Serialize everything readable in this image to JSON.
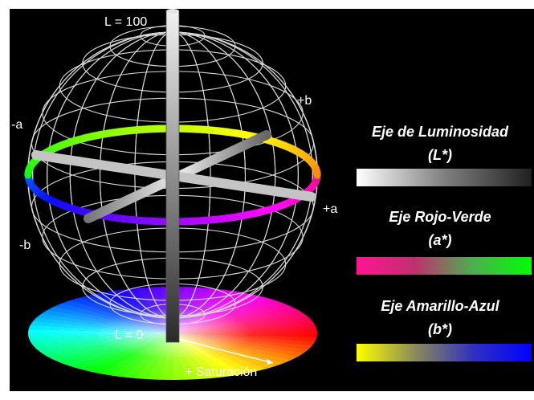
{
  "labels": {
    "l_top": "L = 100",
    "l_bottom": "L = 0",
    "plus_b": "+b",
    "minus_a": "-a",
    "plus_a": "+a",
    "minus_b": "-b",
    "saturation": "+ Saturación"
  },
  "legend": [
    {
      "title": "Eje de Luminosidad",
      "symbol": "(L*)",
      "gradient": [
        "#ffffff",
        "#808080",
        "#202020"
      ]
    },
    {
      "title": "Eje Rojo-Verde",
      "symbol": "(a*)",
      "gradient": [
        "#ff1493",
        "#c0306e",
        "#4caf50",
        "#00ff00"
      ]
    },
    {
      "title": "Eje Amarillo-Azul",
      "symbol": "(b*)",
      "gradient": [
        "#ffff00",
        "#8a8a5a",
        "#3030c0",
        "#0000ff"
      ]
    }
  ],
  "colors": {
    "background": "#000000",
    "frame": "#ffffff",
    "wireframe": "#d8d8d8",
    "axis_bar": "#bdbdbd"
  }
}
